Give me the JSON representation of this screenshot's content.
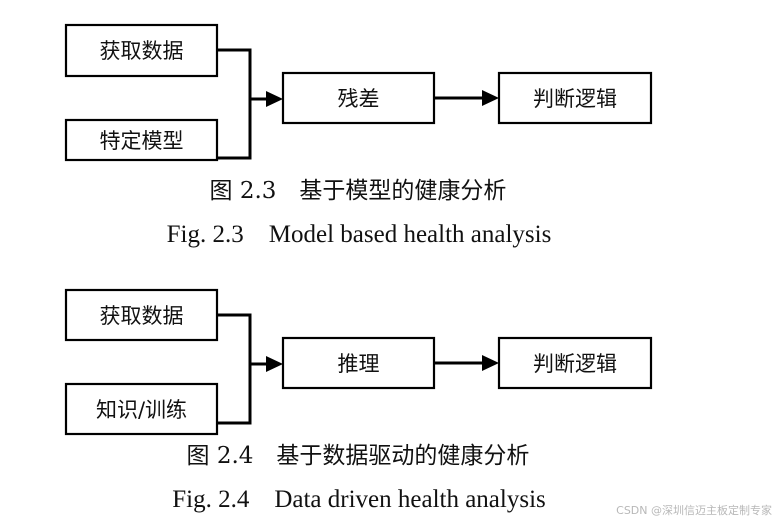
{
  "figures": [
    {
      "id": "fig-2-3",
      "inputs": [
        "获取数据",
        "特定模型"
      ],
      "process": "残差",
      "output": "判断逻辑",
      "caption_cn": "图 2.3　基于模型的健康分析",
      "caption_en": "Fig. 2.3　Model based health analysis"
    },
    {
      "id": "fig-2-4",
      "inputs": [
        "获取数据",
        "知识/训练"
      ],
      "process": "推理",
      "output": "判断逻辑",
      "caption_cn": "图 2.4　基于数据驱动的健康分析",
      "caption_en": "Fig. 2.4　Data driven health analysis"
    }
  ],
  "watermark": "CSDN @深圳信迈主板定制专家"
}
